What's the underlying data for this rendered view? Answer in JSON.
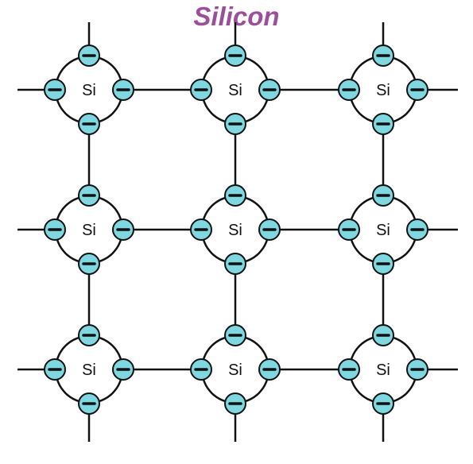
{
  "title": "Silicon",
  "atom_label": "Si",
  "electron_symbol": "−",
  "lattice": {
    "rows": 3,
    "cols": 3
  },
  "colors": {
    "title": "#9b4f9b",
    "electron_fill": "#7fd8e0",
    "line": "#111111",
    "background": "#ffffff"
  }
}
